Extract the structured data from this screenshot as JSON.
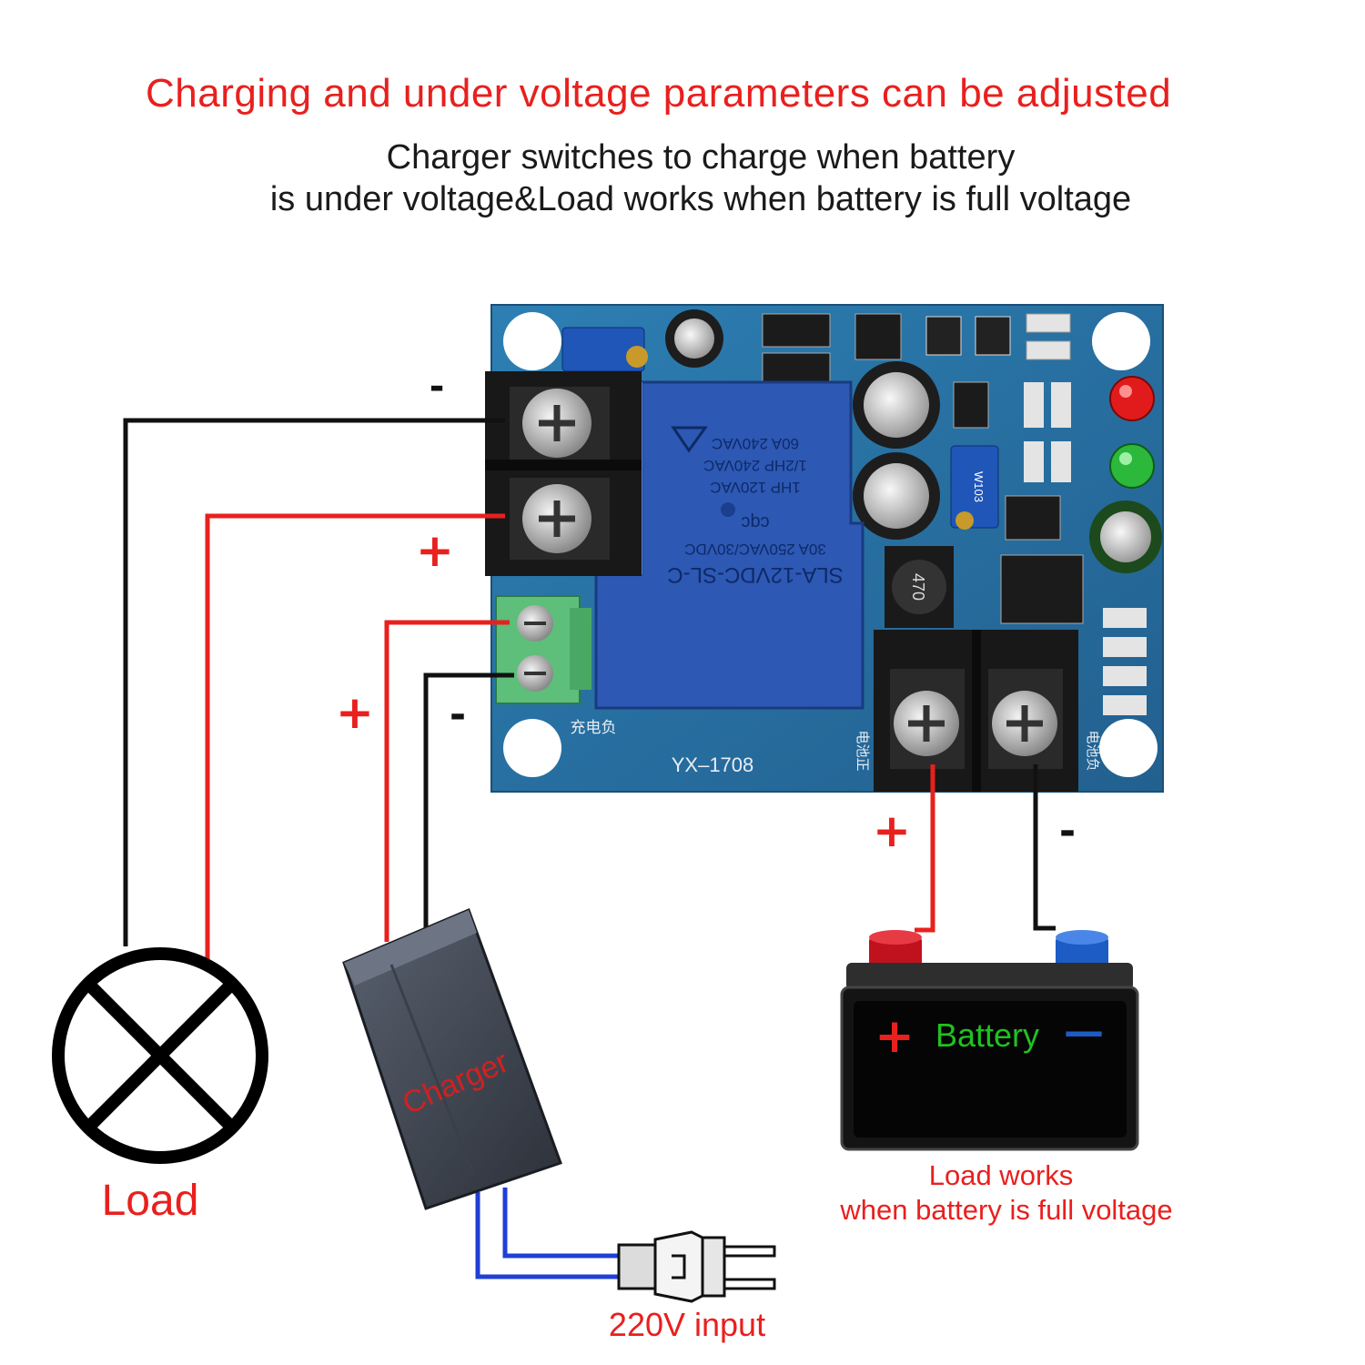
{
  "header": {
    "title": "Charging and under voltage parameters can be adjusted",
    "subtitle_line1": "Charger switches to charge when battery",
    "subtitle_line2": "is under voltage&Load works when battery is full voltage"
  },
  "board": {
    "model": "YX–1708",
    "relay_lines": [
      "SLA-12VDC-SL-C",
      "30A 250VAC/30VDC",
      "cqc",
      "1HP 120VAC",
      "1/2HP 240VAC",
      "60A 240VAC"
    ],
    "pot_label": "W103",
    "inductor_label": "470",
    "charge_terminal_label": "充电负",
    "battery_pos_label": "电池正",
    "battery_neg_label": "电池负"
  },
  "signs": {
    "load_minus": "-",
    "load_plus": "+",
    "charger_plus": "+",
    "charger_minus": "-",
    "battery_plus": "+",
    "battery_minus": "-"
  },
  "load": {
    "label": "Load"
  },
  "charger": {
    "label": "Charger"
  },
  "plug": {
    "label": "220V input"
  },
  "battery": {
    "label": "Battery",
    "plus_sign": "+",
    "minus_sign": "—",
    "caption_line1": "Load works",
    "caption_line2": "when battery is full voltage"
  },
  "colors": {
    "title": "#e8201e",
    "wire_red": "#e8201e",
    "wire_black": "#111111",
    "wire_blue": "#1f3fd6",
    "pcb": "#2a72a6",
    "relay": "#2d58b4",
    "battery_text": "#1fc21f"
  }
}
